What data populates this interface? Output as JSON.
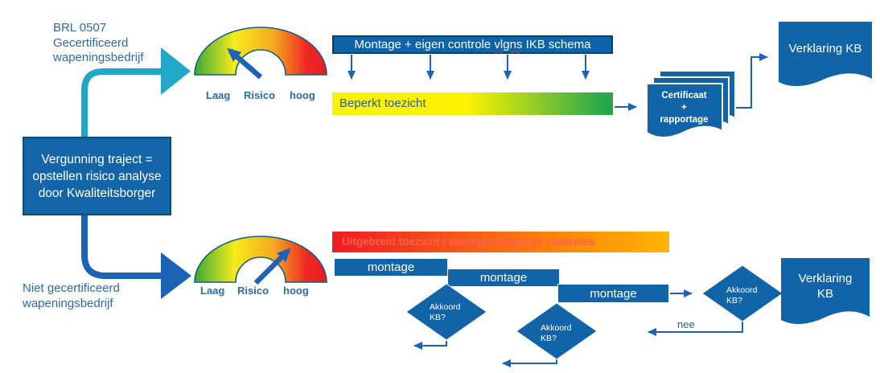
{
  "colors": {
    "box_blue": "#1264a8",
    "box_border_navy": "#0a3e6e",
    "permit_border": "#0e4f6e",
    "teal_arrow": "#23a7c6",
    "blue_arrow": "#1c63b5",
    "label_blue": "#2c6ba4",
    "beperkt_yellow": "#fdf300",
    "beperkt_green": "#2aa84d",
    "uitgebreid_red": "#ee1c25",
    "uitgebreid_orange": "#ffb502",
    "uitgebreid_text": "#ff5f4f",
    "gauge_green": "#3aa935",
    "gauge_yellow": "#f5ec1b",
    "gauge_orange": "#f7a823",
    "gauge_red": "#e81c24"
  },
  "center": {
    "permit_box": {
      "lines": [
        "Vergunning traject =",
        "opstellen risico analyse",
        "door Kwaliteitsborger"
      ]
    }
  },
  "top_flow": {
    "source_label": {
      "lines": [
        "BRL 0507",
        "Gecertificeerd",
        "wapeningsbedrijf"
      ]
    },
    "gauge": {
      "labels": [
        "Laag",
        "Risico",
        "hoog"
      ],
      "needle": "low"
    },
    "process_box": {
      "text_pre": "Montage + eigen controle ",
      "text_misspelled": "vlgns",
      "text_post": " IKB schema"
    },
    "supervision_bar": {
      "label": "Beperkt toezicht"
    },
    "certificate_stack": {
      "lines": [
        "Certificaat",
        "+",
        "rapportage"
      ]
    },
    "output_doc": {
      "label": "Verklaring KB"
    }
  },
  "bottom_flow": {
    "source_label": {
      "lines": [
        "Niet gecertificeerd",
        "wapeningsbedrijf"
      ]
    },
    "gauge": {
      "labels": [
        "Laag",
        "Risico",
        "hoog"
      ],
      "needle": "high"
    },
    "supervision_bar": {
      "label": "Uitgebreid toezicht / steekproefsgewijs controles"
    },
    "montage_boxes": [
      "montage",
      "montage",
      "montage"
    ],
    "diamonds": [
      {
        "lines": [
          "Akkoord",
          "KB?"
        ]
      },
      {
        "lines": [
          "Akkoord",
          "KB?"
        ]
      },
      {
        "lines": [
          "Akkoord",
          "KB?"
        ]
      }
    ],
    "no_label": "nee",
    "output_doc": {
      "lines": [
        "Verklaring",
        "KB"
      ]
    }
  }
}
